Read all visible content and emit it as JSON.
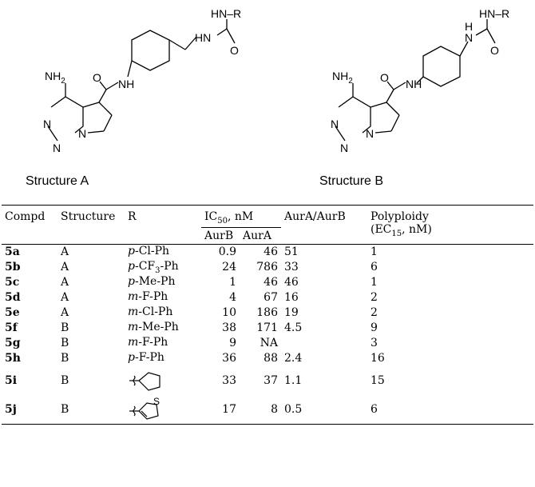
{
  "structures": {
    "a_label": "Structure A",
    "b_label": "Structure B",
    "atoms": {
      "nh2": "NH",
      "nh2_sub": "2",
      "o": "O",
      "nh": "NH",
      "hn": "HN",
      "hn_r": "HN–R",
      "n": "N",
      "h": "H",
      "r_group": "HN–R"
    }
  },
  "table": {
    "headers": {
      "compd": "Compd",
      "structure": "Structure",
      "r": "R",
      "ic50": "IC",
      "ic50_sub": "50",
      "ic50_unit": ", nM",
      "aurb": "AurB",
      "aura": "AurA",
      "ratio": "AurA/AurB",
      "poly": "Polyploidy",
      "poly_unit_pre": "(EC",
      "poly_sub": "15",
      "poly_unit_post": ", nM)"
    },
    "rows": [
      {
        "compd": "5a",
        "structure": "A",
        "r_pre": "p",
        "r_main": "-Cl-Ph",
        "r_sub": "",
        "r_post": "",
        "aurb": "0.9",
        "aura": "46",
        "ratio": "51",
        "poly": "1"
      },
      {
        "compd": "5b",
        "structure": "A",
        "r_pre": "p",
        "r_main": "-CF",
        "r_sub": "3",
        "r_post": "-Ph",
        "aurb": "24",
        "aura": "786",
        "ratio": "33",
        "poly": "6"
      },
      {
        "compd": "5c",
        "structure": "A",
        "r_pre": "p",
        "r_main": "-Me-Ph",
        "r_sub": "",
        "r_post": "",
        "aurb": "1",
        "aura": "46",
        "ratio": "46",
        "poly": "1"
      },
      {
        "compd": "5d",
        "structure": "A",
        "r_pre": "m",
        "r_main": "-F-Ph",
        "r_sub": "",
        "r_post": "",
        "aurb": "4",
        "aura": "67",
        "ratio": "16",
        "poly": "2"
      },
      {
        "compd": "5e",
        "structure": "A",
        "r_pre": "m",
        "r_main": "-Cl-Ph",
        "r_sub": "",
        "r_post": "",
        "aurb": "10",
        "aura": "186",
        "ratio": "19",
        "poly": "2"
      },
      {
        "compd": "5f",
        "structure": "B",
        "r_pre": "m",
        "r_main": "-Me-Ph",
        "r_sub": "",
        "r_post": "",
        "aurb": "38",
        "aura": "171",
        "ratio": "4.5",
        "poly": "9"
      },
      {
        "compd": "5g",
        "structure": "B",
        "r_pre": "m",
        "r_main": "-F-Ph",
        "r_sub": "",
        "r_post": "",
        "aurb": "9",
        "aura": "NA",
        "ratio": "",
        "poly": "3"
      },
      {
        "compd": "5h",
        "structure": "B",
        "r_pre": "p",
        "r_main": "-F-Ph",
        "r_sub": "",
        "r_post": "",
        "aurb": "36",
        "aura": "88",
        "ratio": "2.4",
        "poly": "16"
      }
    ],
    "ring_rows": [
      {
        "compd": "5i",
        "structure": "B",
        "ring": "cyclopentyl-icon",
        "aurb": "33",
        "aura": "37",
        "ratio": "1.1",
        "poly": "15"
      },
      {
        "compd": "5j",
        "structure": "B",
        "ring": "thiophenyl-icon",
        "ring_label": "S",
        "aurb": "17",
        "aura": "8",
        "ratio": "0.5",
        "poly": "6"
      }
    ]
  }
}
